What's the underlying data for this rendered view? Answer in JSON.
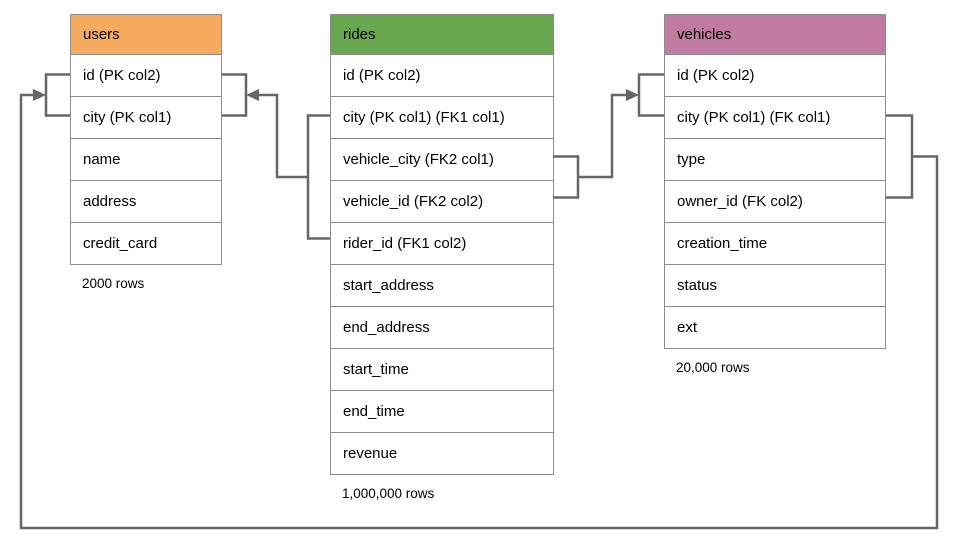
{
  "diagram": {
    "tables": [
      {
        "name": "users",
        "header_color": "#F6AB5E",
        "rows": [
          "id (PK col2)",
          "city (PK col1)",
          "name",
          "address",
          "credit_card"
        ],
        "row_count": "2000 rows"
      },
      {
        "name": "rides",
        "header_color": "#6AA84F",
        "rows": [
          "id (PK col2)",
          "city (PK col1) (FK1 col1)",
          "vehicle_city (FK2 col1)",
          "vehicle_id (FK2 col2)",
          "rider_id (FK1 col2)",
          "start_address",
          "end_address",
          "start_time",
          "end_time",
          "revenue"
        ],
        "row_count": "1,000,000 rows"
      },
      {
        "name": "vehicles",
        "header_color": "#C27BA0",
        "rows": [
          "id (PK col2)",
          "city (PK col1) (FK col1)",
          "type",
          "owner_id (FK col2)",
          "creation_time",
          "status",
          "ext"
        ],
        "row_count": "20,000 rows"
      }
    ],
    "relationships": [
      {
        "from_table": "rides",
        "from_columns": "city (FK1 col1), rider_id (FK1 col2)",
        "to_table": "users",
        "to_columns": "id (PK col2), city (PK col1)"
      },
      {
        "from_table": "rides",
        "from_columns": "vehicle_city (FK2 col1), vehicle_id (FK2 col2)",
        "to_table": "vehicles",
        "to_columns": "id (PK col2), city (PK col1)"
      },
      {
        "from_table": "vehicles",
        "from_columns": "city (FK col1), owner_id (FK col2)",
        "to_table": "users",
        "to_columns": "id (PK col2), city (PK col1)"
      }
    ],
    "colors": {
      "connector": "#666666",
      "table_border": "#8c8c8c"
    }
  }
}
